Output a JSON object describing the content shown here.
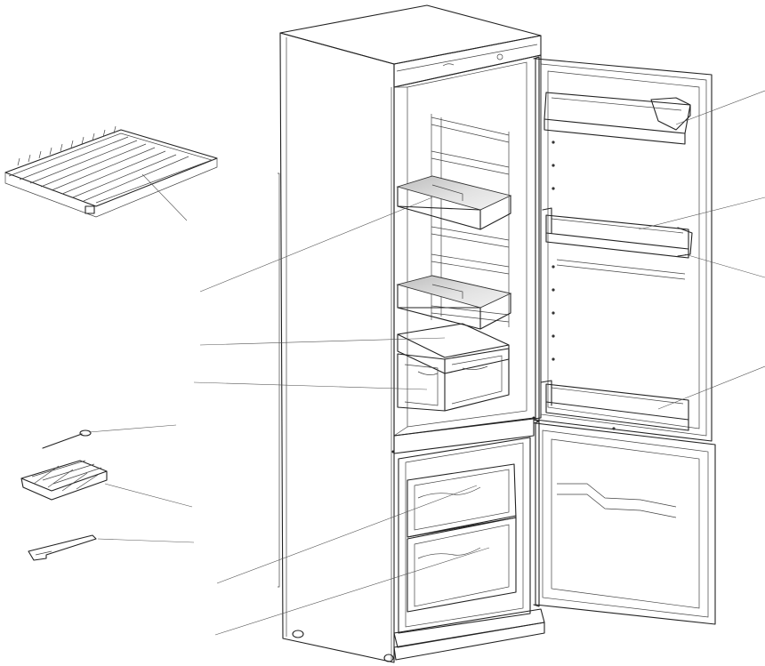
{
  "diagram": {
    "kind": "exploded-view",
    "subject": "refrigerator-freezer",
    "colors": {
      "line": "#222222",
      "leader": "#555555",
      "glass_light": "#f2f2f2",
      "glass_dark": "#bdbdbd"
    },
    "parts": [
      "freezer-wire-shelf",
      "fridge-glass-shelf-upper",
      "fridge-glass-shelf-lower",
      "crisper-cover",
      "crisper-drawers",
      "thermostat-spatula",
      "egg-tray",
      "ice-cube-scraper",
      "freezer-drawer-upper",
      "freezer-drawer-lower",
      "door-shelf-top",
      "door-shelf-middle",
      "door-bottle-rack",
      "freezer-door"
    ]
  }
}
